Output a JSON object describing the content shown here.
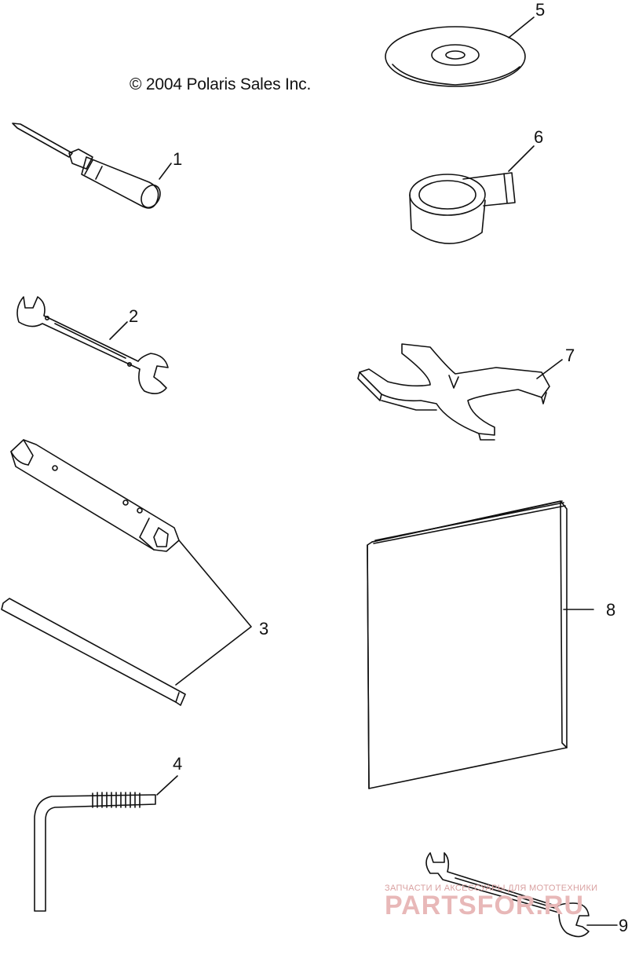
{
  "copyright": "© 2004 Polaris Sales Inc.",
  "callouts": {
    "c1": "1",
    "c2": "2",
    "c3": "3",
    "c4": "4",
    "c5": "5",
    "c6": "6",
    "c7": "7",
    "c8": "8",
    "c9": "9"
  },
  "watermark": {
    "tagline": "ЗАПЧАСТИ И АКСЕССУАРЫ ДЛЯ МОТОТЕХНИКИ",
    "brand": "PARTSFOR.RU"
  },
  "colors": {
    "line": "#111111",
    "watermark": "#e0a8a8"
  }
}
